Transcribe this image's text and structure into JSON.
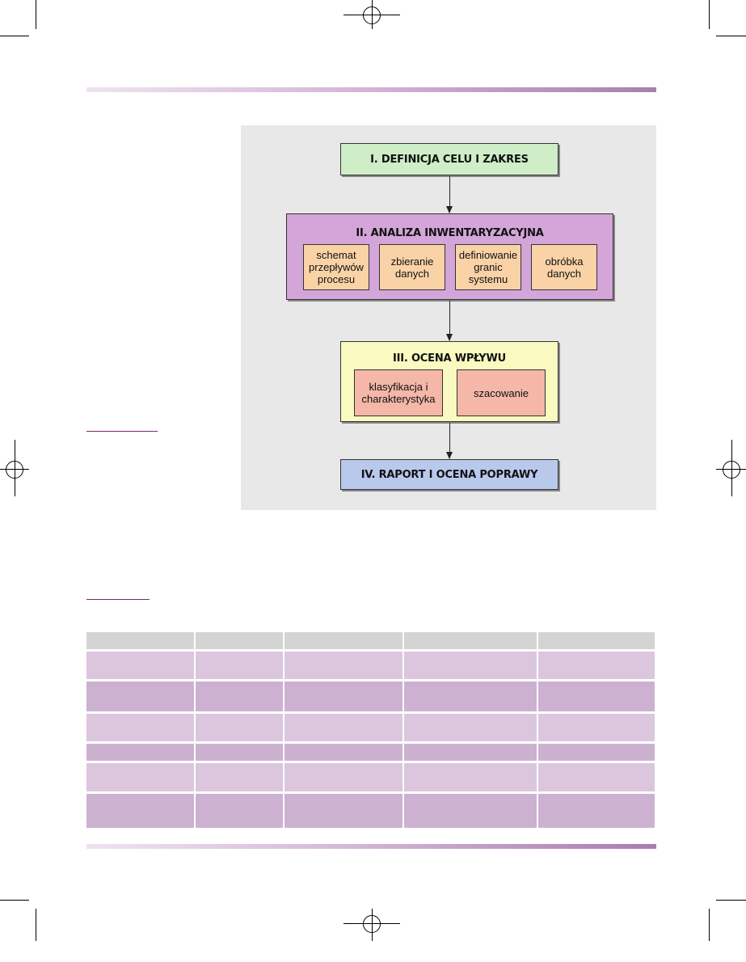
{
  "diagram": {
    "stage1": {
      "title": "I. DEFINICJA CELU I ZAKRES"
    },
    "stage2": {
      "title": "II. ANALIZA INWENTARYZACYJNA",
      "steps": [
        "schemat\nprzepływów\nprocesu",
        "zbieranie\ndanych",
        "definiowanie\ngranic\nsystemu",
        "obróbka\ndanych"
      ]
    },
    "stage3": {
      "title": "III. OCENA WPŁYWU",
      "steps": [
        "klasyfikacja i\ncharakterystyka",
        "szacowanie"
      ]
    },
    "stage4": {
      "title": "IV. RAPORT I OCENA POPRAWY"
    }
  },
  "colors": {
    "stage1": "#cfeec8",
    "stage2": "#d3a5d9",
    "stage3": "#fafac0",
    "stage4": "#b9c9ec",
    "stage2_steps": "#f9d2a6",
    "stage3_steps": "#f4b7a8",
    "table_header": "#d4d4d4",
    "table_row_light": "#dbc6de",
    "table_row_dark": "#cdb1d1"
  }
}
